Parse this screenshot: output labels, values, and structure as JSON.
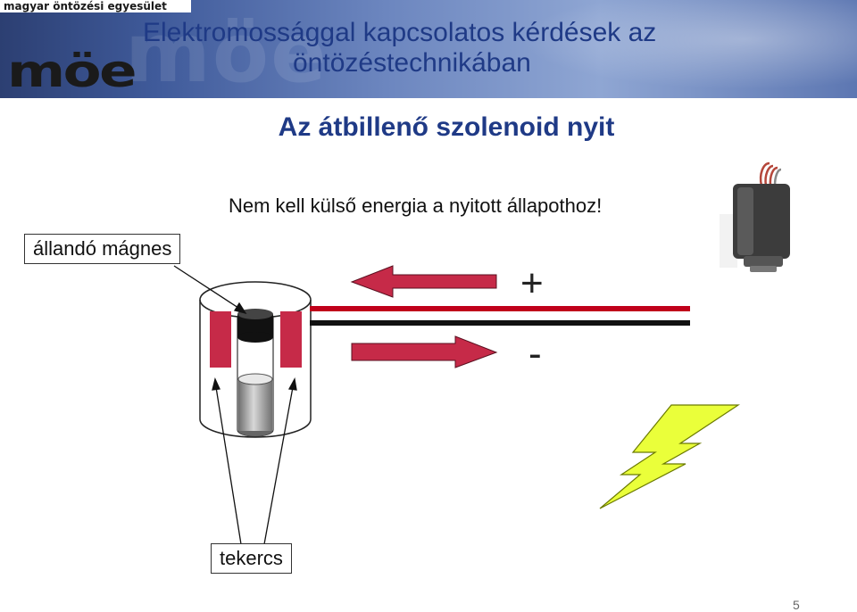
{
  "header": {
    "organization": "magyar öntözési egyesület",
    "logo": "möe",
    "title_line1": "Elektromossággal kapcsolatos kérdések az",
    "title_line2": "öntözéstechnikában"
  },
  "slide": {
    "subtitle": "Az átbillenő szolenoid nyit",
    "note": "Nem kell külső energia a nyitott állapothoz!",
    "magnet_label": "állandó mágnes",
    "coil_label": "tekercs",
    "plus_sign": "+",
    "minus_sign": "-",
    "page_number": "5"
  },
  "colors": {
    "title": "#1f3a86",
    "coil": "#c62a48",
    "wire_positive": "#c0001a",
    "wire_negative": "#111111",
    "arrow": "#c62a48",
    "lightning": "#eaff3a"
  },
  "icons": {
    "lightning": "lightning-bolt-icon",
    "solenoid_photo": "solenoid-device-icon"
  }
}
